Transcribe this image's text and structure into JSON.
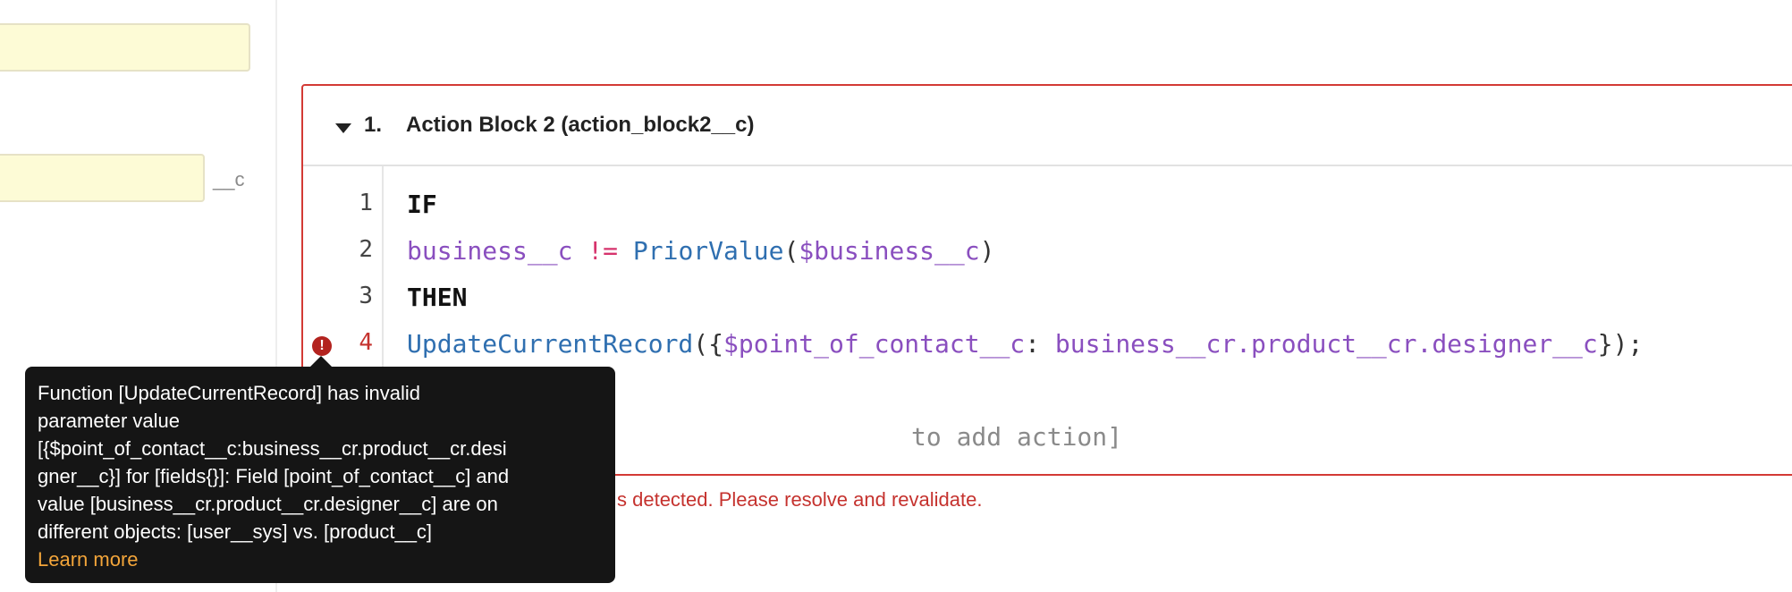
{
  "left_panel": {
    "field_suffix": "__c"
  },
  "action_block": {
    "number": "1.",
    "title": "Action Block 2 (action_block2__c)",
    "code_lines": [
      {
        "no": "1",
        "tokens": [
          {
            "t": "IF",
            "c": "kw"
          }
        ]
      },
      {
        "no": "2",
        "tokens": [
          {
            "t": "business__c",
            "c": "field"
          },
          {
            "t": " != ",
            "c": "op"
          },
          {
            "t": "PriorValue",
            "c": "fn"
          },
          {
            "t": "(",
            "c": "punc"
          },
          {
            "t": "$business__c",
            "c": "field"
          },
          {
            "t": ")",
            "c": "punc"
          }
        ]
      },
      {
        "no": "3",
        "tokens": [
          {
            "t": "THEN",
            "c": "kw"
          }
        ]
      },
      {
        "no": "4",
        "tokens": [
          {
            "t": "UpdateCurrentRecord",
            "c": "fn"
          },
          {
            "t": "({",
            "c": "punc"
          },
          {
            "t": "$point_of_contact__c",
            "c": "field"
          },
          {
            "t": ": ",
            "c": "punc"
          },
          {
            "t": "business__cr.product__cr.designer__c",
            "c": "field"
          },
          {
            "t": "});",
            "c": "punc"
          }
        ]
      }
    ],
    "add_action_placeholder": "to add action]",
    "error_message": "s detected. Please resolve and revalidate."
  },
  "tooltip": {
    "lines": [
      "Function [UpdateCurrentRecord] has invalid",
      "parameter value",
      "[{$point_of_contact__c:business__cr.product__cr.desi",
      "gner__c}] for [fields{}]: Field [point_of_contact__c] and",
      "value [business__cr.product__cr.designer__c] are on",
      "different objects: [user__sys] vs. [product__c]"
    ],
    "link": "Learn more"
  },
  "colors": {
    "error": "#c5322e",
    "tooltip_bg": "#151515",
    "link": "#f3a53a",
    "field_token": "#8a4fbf",
    "function_token": "#2f6fb0",
    "operator_token": "#d6336c",
    "input_bg": "#fdfbd6"
  }
}
